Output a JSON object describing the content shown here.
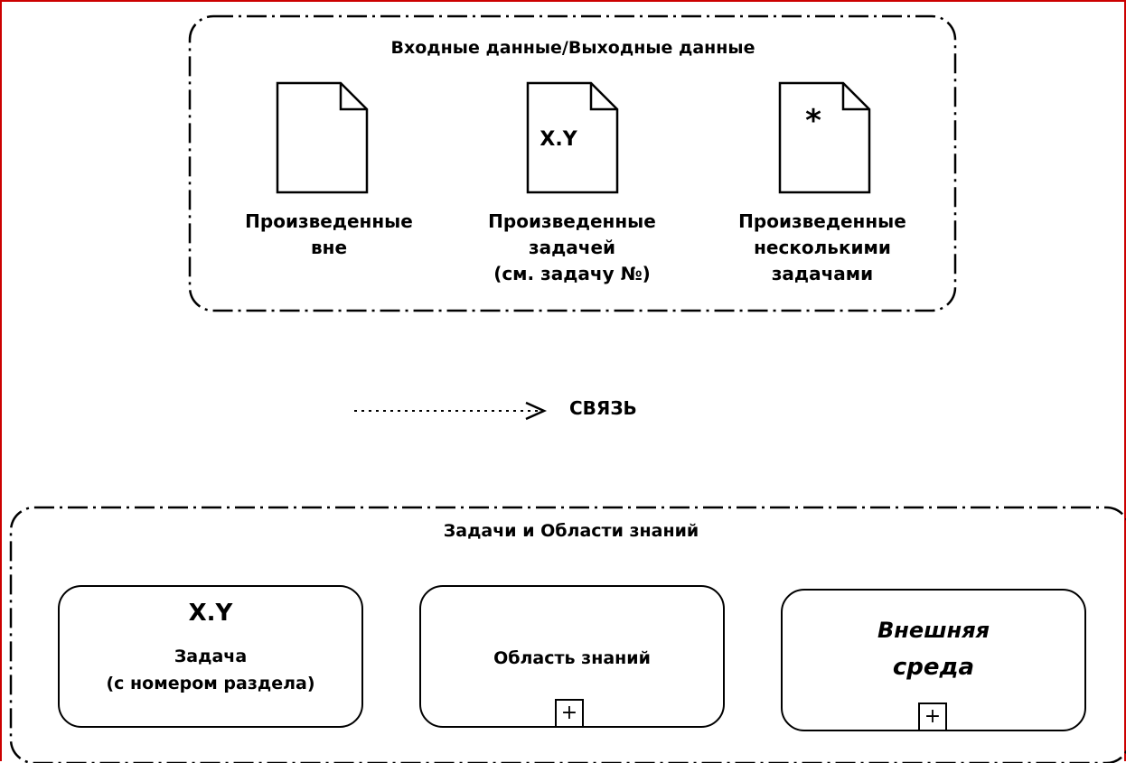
{
  "io_group": {
    "title": "Входные данные/Выходные данные",
    "documents": [
      {
        "marker": "",
        "label_lines": [
          "Произведенные",
          "вне"
        ]
      },
      {
        "marker": "X.Y",
        "label_lines": [
          "Произведенные",
          "задачей",
          "(см. задачу №)"
        ]
      },
      {
        "marker": "*",
        "label_lines": [
          "Произведенные",
          "несколькими",
          "задачами"
        ]
      }
    ]
  },
  "legend": {
    "connection_label": "СВЯЗЬ"
  },
  "tasks_group": {
    "title": "Задачи и Области знаний",
    "task": {
      "number": "X.Y",
      "line1": "Задача",
      "line2": "(с номером раздела)"
    },
    "knowledge_area": {
      "label": "Область знаний",
      "plus": "+"
    },
    "external": {
      "line1": "Внешняя",
      "line2": "среда",
      "plus": "+"
    }
  }
}
